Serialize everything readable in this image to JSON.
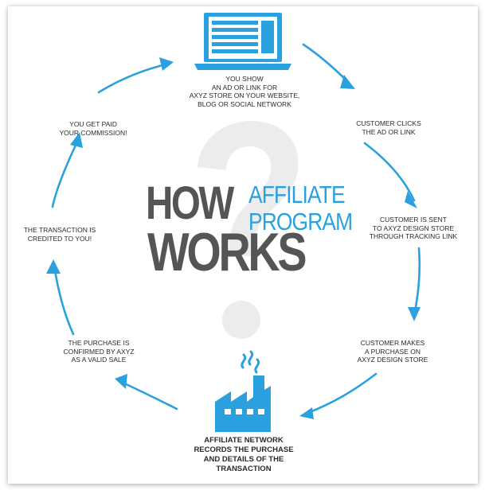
{
  "title": {
    "how": "HOW",
    "works": "WORKS",
    "affiliate": "AFFILIATE",
    "program": "PROGRAM"
  },
  "steps": {
    "show_ad": "YOU SHOW\nAN AD OR LINK FOR\nAXYZ STORE ON YOUR WEBSITE,\nBLOG OR SOCIAL NETWORK",
    "customer_clicks": "CUSTOMER CLICKS\nTHE AD OR LINK",
    "customer_sent": "CUSTOMER IS SENT\nTO AXYZ DESIGN STORE\nTHROUGH TRACKING LINK",
    "customer_purchase": "CUSTOMER MAKES\nA PURCHASE ON\nAXYZ DESIGN STORE",
    "network_records": "AFFILIATE NETWORK\nRECORDS THE PURCHASE\nAND DETAILS OF THE\nTRANSACTION",
    "purchase_confirmed": "THE PURCHASE IS\nCONFIRMED BY AXYZ\nAS A VALID SALE",
    "transaction_credited": "THE TRANSACTION IS\nCREDITED TO YOU!",
    "get_paid": "YOU GET PAID\nYOUR COMMISSION!"
  },
  "icons": {
    "top": "laptop-icon",
    "bottom": "factory-icon",
    "background": "question-mark-icon",
    "arrows": "arrow-icon"
  },
  "colors": {
    "accent": "#2aa1de",
    "title_gray": "#555555",
    "question_mark": "#ececec",
    "text": "#2a2a2a"
  }
}
